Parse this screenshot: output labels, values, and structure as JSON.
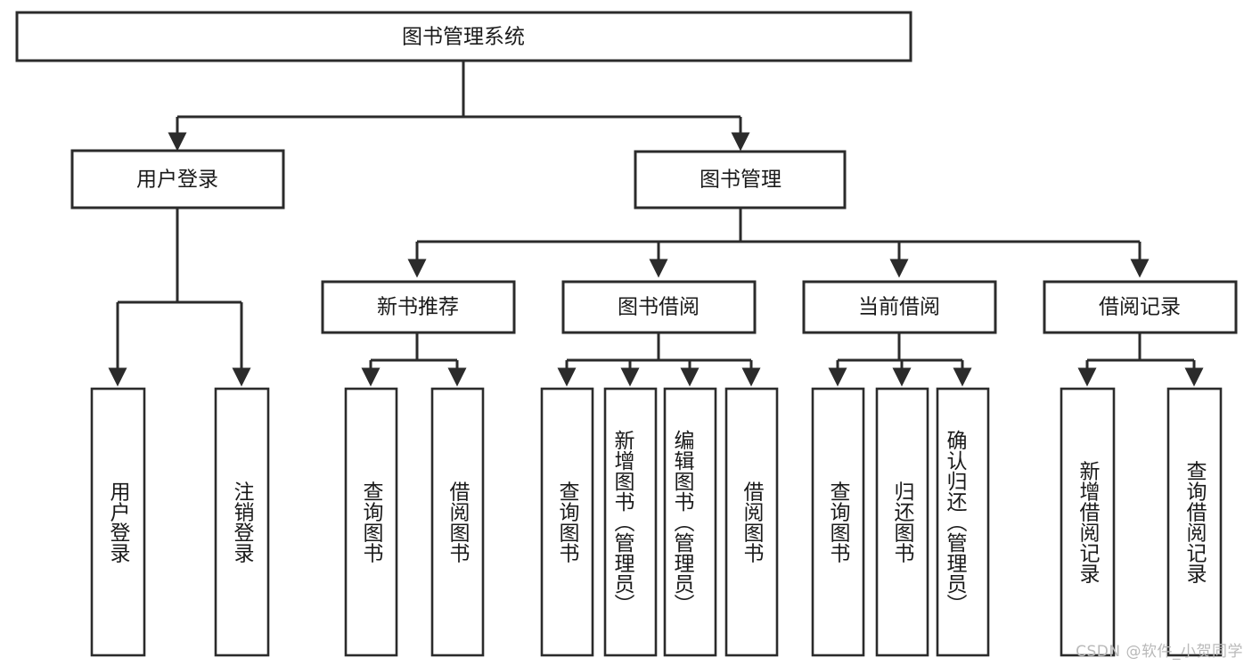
{
  "diagram": {
    "title": "图书管理系统",
    "type": "tree",
    "watermark": "CSDN @软件_小贺同学",
    "root": {
      "id": "root",
      "label": "图书管理系统"
    },
    "level2": [
      {
        "id": "user-login",
        "label": "用户登录"
      },
      {
        "id": "book-management",
        "label": "图书管理"
      }
    ],
    "level3": [
      {
        "id": "new-book-recommend",
        "label": "新书推荐",
        "parent": "book-management"
      },
      {
        "id": "book-borrow",
        "label": "图书借阅",
        "parent": "book-management"
      },
      {
        "id": "current-borrow",
        "label": "当前借阅",
        "parent": "book-management"
      },
      {
        "id": "borrow-record",
        "label": "借阅记录",
        "parent": "book-management"
      }
    ],
    "leaves": [
      {
        "id": "leaf-user-login",
        "label": "用户登录",
        "parent": "user-login"
      },
      {
        "id": "leaf-logout-login",
        "label": "注销登录",
        "parent": "user-login"
      },
      {
        "id": "leaf-query-book-1",
        "label": "查询图书",
        "parent": "new-book-recommend"
      },
      {
        "id": "leaf-borrow-book-1",
        "label": "借阅图书",
        "parent": "new-book-recommend"
      },
      {
        "id": "leaf-query-book-2",
        "label": "查询图书",
        "parent": "book-borrow"
      },
      {
        "id": "leaf-add-book",
        "label": "新增图书（管理员）",
        "parent": "book-borrow"
      },
      {
        "id": "leaf-edit-book",
        "label": "编辑图书（管理员）",
        "parent": "book-borrow"
      },
      {
        "id": "leaf-borrow-book-2",
        "label": "借阅图书",
        "parent": "book-borrow"
      },
      {
        "id": "leaf-query-book-3",
        "label": "查询图书",
        "parent": "current-borrow"
      },
      {
        "id": "leaf-return-book",
        "label": "归还图书",
        "parent": "current-borrow"
      },
      {
        "id": "leaf-confirm-return",
        "label": "确认归还（管理员）",
        "parent": "current-borrow"
      },
      {
        "id": "leaf-add-record",
        "label": "新增借阅记录",
        "parent": "borrow-record"
      },
      {
        "id": "leaf-query-record",
        "label": "查询借阅记录",
        "parent": "borrow-record"
      }
    ],
    "colors": {
      "stroke": "#2b2b2b",
      "fill": "#ffffff",
      "text": "#1a1a1a",
      "watermark": "#b9b9b9"
    }
  }
}
